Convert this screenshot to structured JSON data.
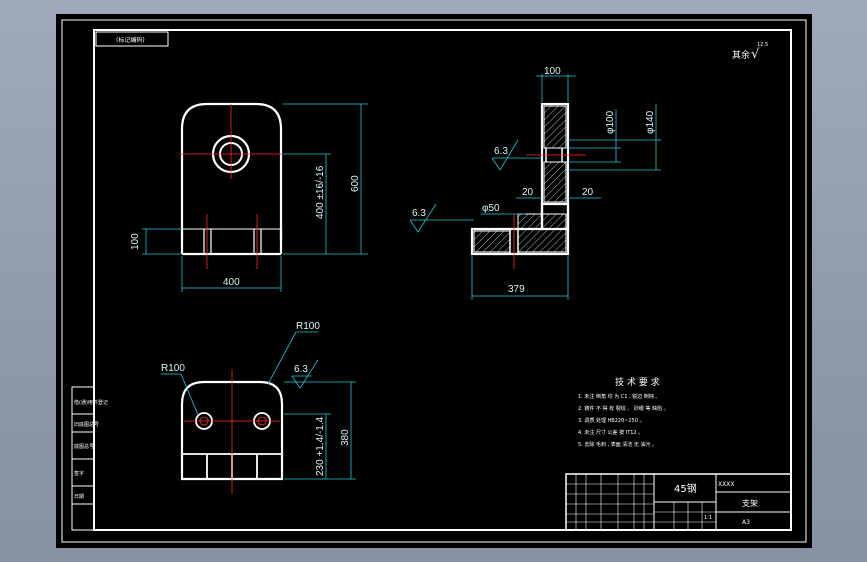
{
  "drawing": {
    "top_label": "(标记编码)",
    "roughness": {
      "label": "其余",
      "symbol": "√",
      "value": "12.5"
    },
    "dimensions": {
      "front_width": "400",
      "front_height": "600",
      "hole_height": "400 ±16/-16",
      "base_height": "100",
      "side_top_width": "100",
      "side_dia_inner": "φ100",
      "side_dia_outer": "φ140",
      "side_gap_left": "20",
      "side_gap_right": "20",
      "side_hole": "φ50",
      "side_length": "379",
      "rough_1": "6.3",
      "rough_2": "6.3",
      "rough_3": "6.3",
      "radius_left": "R100",
      "radius_top": "R100",
      "bottom_height": "380",
      "bottom_hole_height": "230 +1.4/-1.4"
    },
    "tech_req": {
      "title": "技 术 要 求",
      "items": [
        "1. 未注 倒角 均 为 C1 , 锐边 倒钝 。",
        "2. 铸件 不 得 有 裂纹 、 砂眼 等 缺陷 。",
        "3. 调质 处理 HB220~250 。",
        "4. 未注 尺寸 公差 按 IT12 。",
        "5. 去除 毛刺 , 表面 清洁 无 油污 。"
      ]
    },
    "title_block": {
      "material": "45钢",
      "code": "XXXX",
      "name": "支架",
      "sheet": "A3",
      "scale": "1:1"
    },
    "left_strip": [
      "借(通)用件登记",
      "旧底图总号",
      "底图总号",
      "签字",
      "日期"
    ]
  }
}
